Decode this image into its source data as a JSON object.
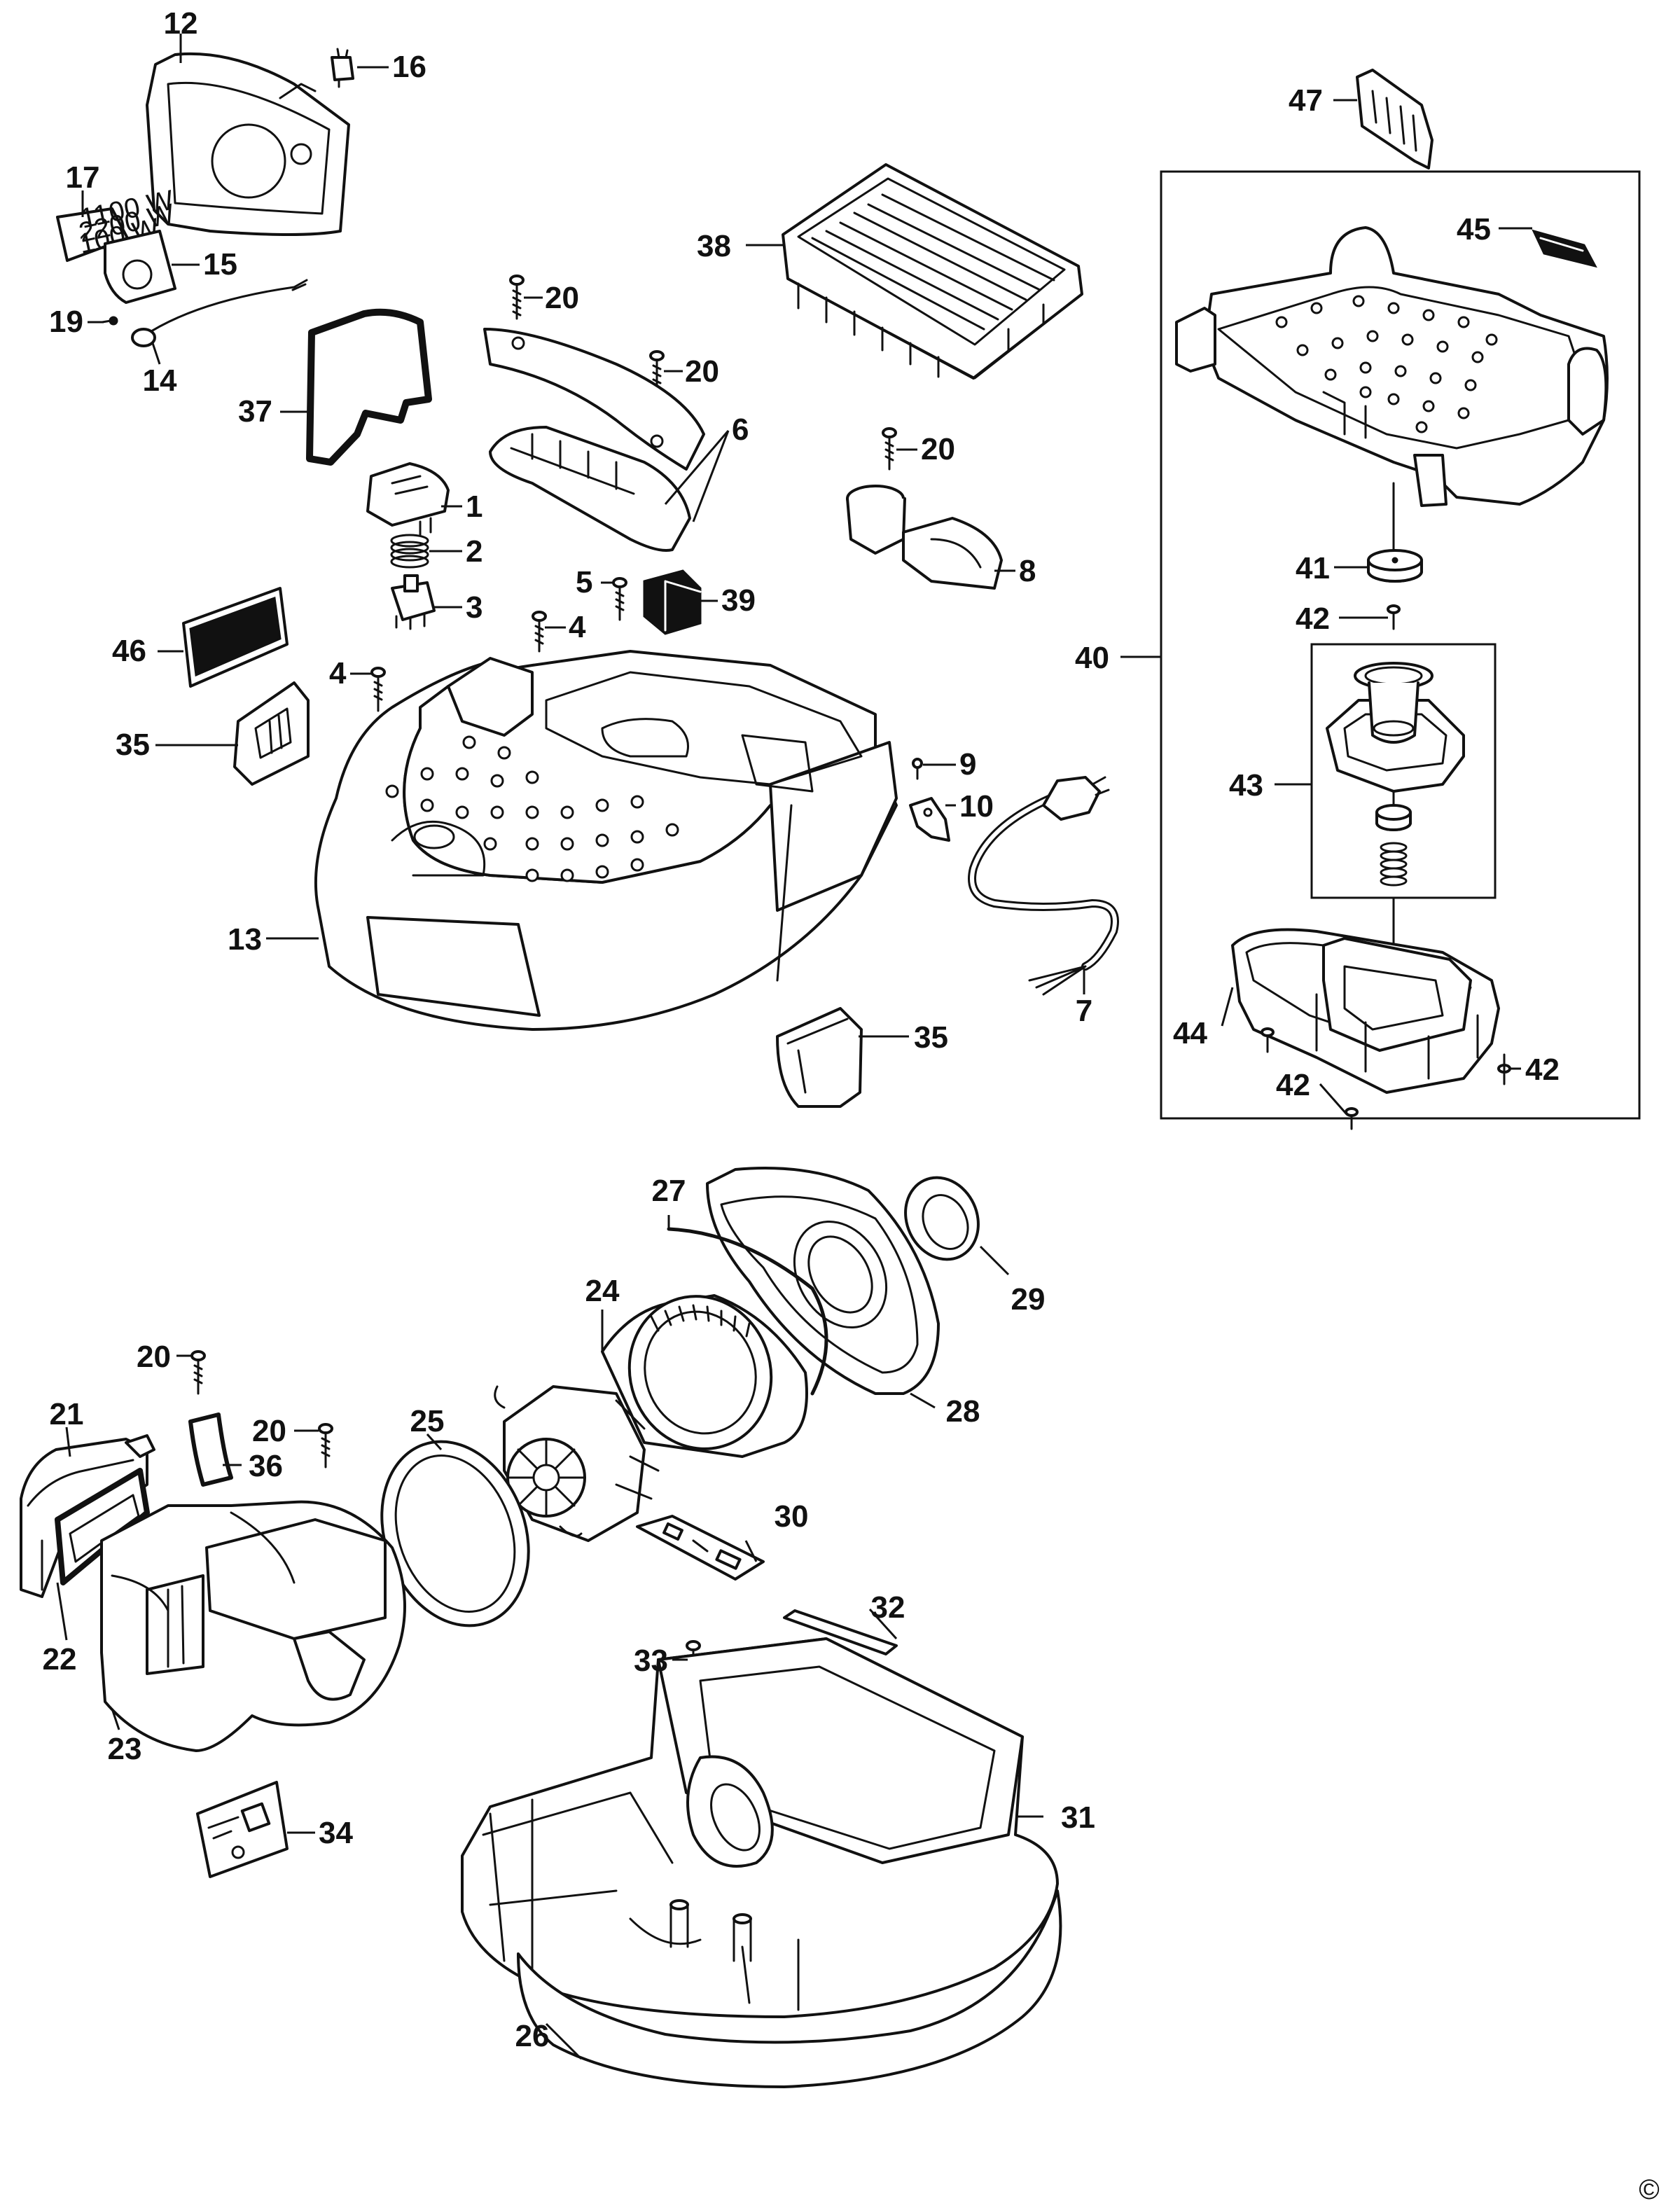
{
  "callouts": [
    {
      "name": "callout-12",
      "text": "12"
    },
    {
      "name": "callout-16",
      "text": "16"
    },
    {
      "name": "callout-17",
      "text": "17"
    },
    {
      "name": "callout-15",
      "text": "15"
    },
    {
      "name": "callout-19",
      "text": "19"
    },
    {
      "name": "callout-14",
      "text": "14"
    },
    {
      "name": "callout-37",
      "text": "37"
    },
    {
      "name": "callout-38",
      "text": "38"
    },
    {
      "name": "callout-20a",
      "text": "20"
    },
    {
      "name": "callout-20b",
      "text": "20"
    },
    {
      "name": "callout-6",
      "text": "6"
    },
    {
      "name": "callout-20c",
      "text": "20"
    },
    {
      "name": "callout-8",
      "text": "8"
    },
    {
      "name": "callout-1",
      "text": "1"
    },
    {
      "name": "callout-2",
      "text": "2"
    },
    {
      "name": "callout-3",
      "text": "3"
    },
    {
      "name": "callout-5",
      "text": "5"
    },
    {
      "name": "callout-39",
      "text": "39"
    },
    {
      "name": "callout-4a",
      "text": "4"
    },
    {
      "name": "callout-46",
      "text": "46"
    },
    {
      "name": "callout-4b",
      "text": "4"
    },
    {
      "name": "callout-35a",
      "text": "35"
    },
    {
      "name": "callout-9",
      "text": "9"
    },
    {
      "name": "callout-10",
      "text": "10"
    },
    {
      "name": "callout-13",
      "text": "13"
    },
    {
      "name": "callout-7",
      "text": "7"
    },
    {
      "name": "callout-35b",
      "text": "35"
    },
    {
      "name": "callout-47",
      "text": "47"
    },
    {
      "name": "callout-45",
      "text": "45"
    },
    {
      "name": "callout-41",
      "text": "41"
    },
    {
      "name": "callout-42a",
      "text": "42"
    },
    {
      "name": "callout-40",
      "text": "40"
    },
    {
      "name": "callout-43",
      "text": "43"
    },
    {
      "name": "callout-44",
      "text": "44"
    },
    {
      "name": "callout-42b",
      "text": "42"
    },
    {
      "name": "callout-42c",
      "text": "42"
    },
    {
      "name": "callout-27",
      "text": "27"
    },
    {
      "name": "callout-29",
      "text": "29"
    },
    {
      "name": "callout-24",
      "text": "24"
    },
    {
      "name": "callout-28",
      "text": "28"
    },
    {
      "name": "callout-20d",
      "text": "20"
    },
    {
      "name": "callout-21",
      "text": "21"
    },
    {
      "name": "callout-20e",
      "text": "20"
    },
    {
      "name": "callout-25",
      "text": "25"
    },
    {
      "name": "callout-36",
      "text": "36"
    },
    {
      "name": "callout-30",
      "text": "30"
    },
    {
      "name": "callout-22",
      "text": "22"
    },
    {
      "name": "callout-32",
      "text": "32"
    },
    {
      "name": "callout-33",
      "text": "33"
    },
    {
      "name": "callout-23",
      "text": "23"
    },
    {
      "name": "callout-31",
      "text": "31"
    },
    {
      "name": "callout-34",
      "text": "34"
    },
    {
      "name": "callout-26",
      "text": "26"
    }
  ],
  "label_17_text": [
    "1100 W",
    "2200 W",
    "100 W"
  ],
  "copyright": "©"
}
